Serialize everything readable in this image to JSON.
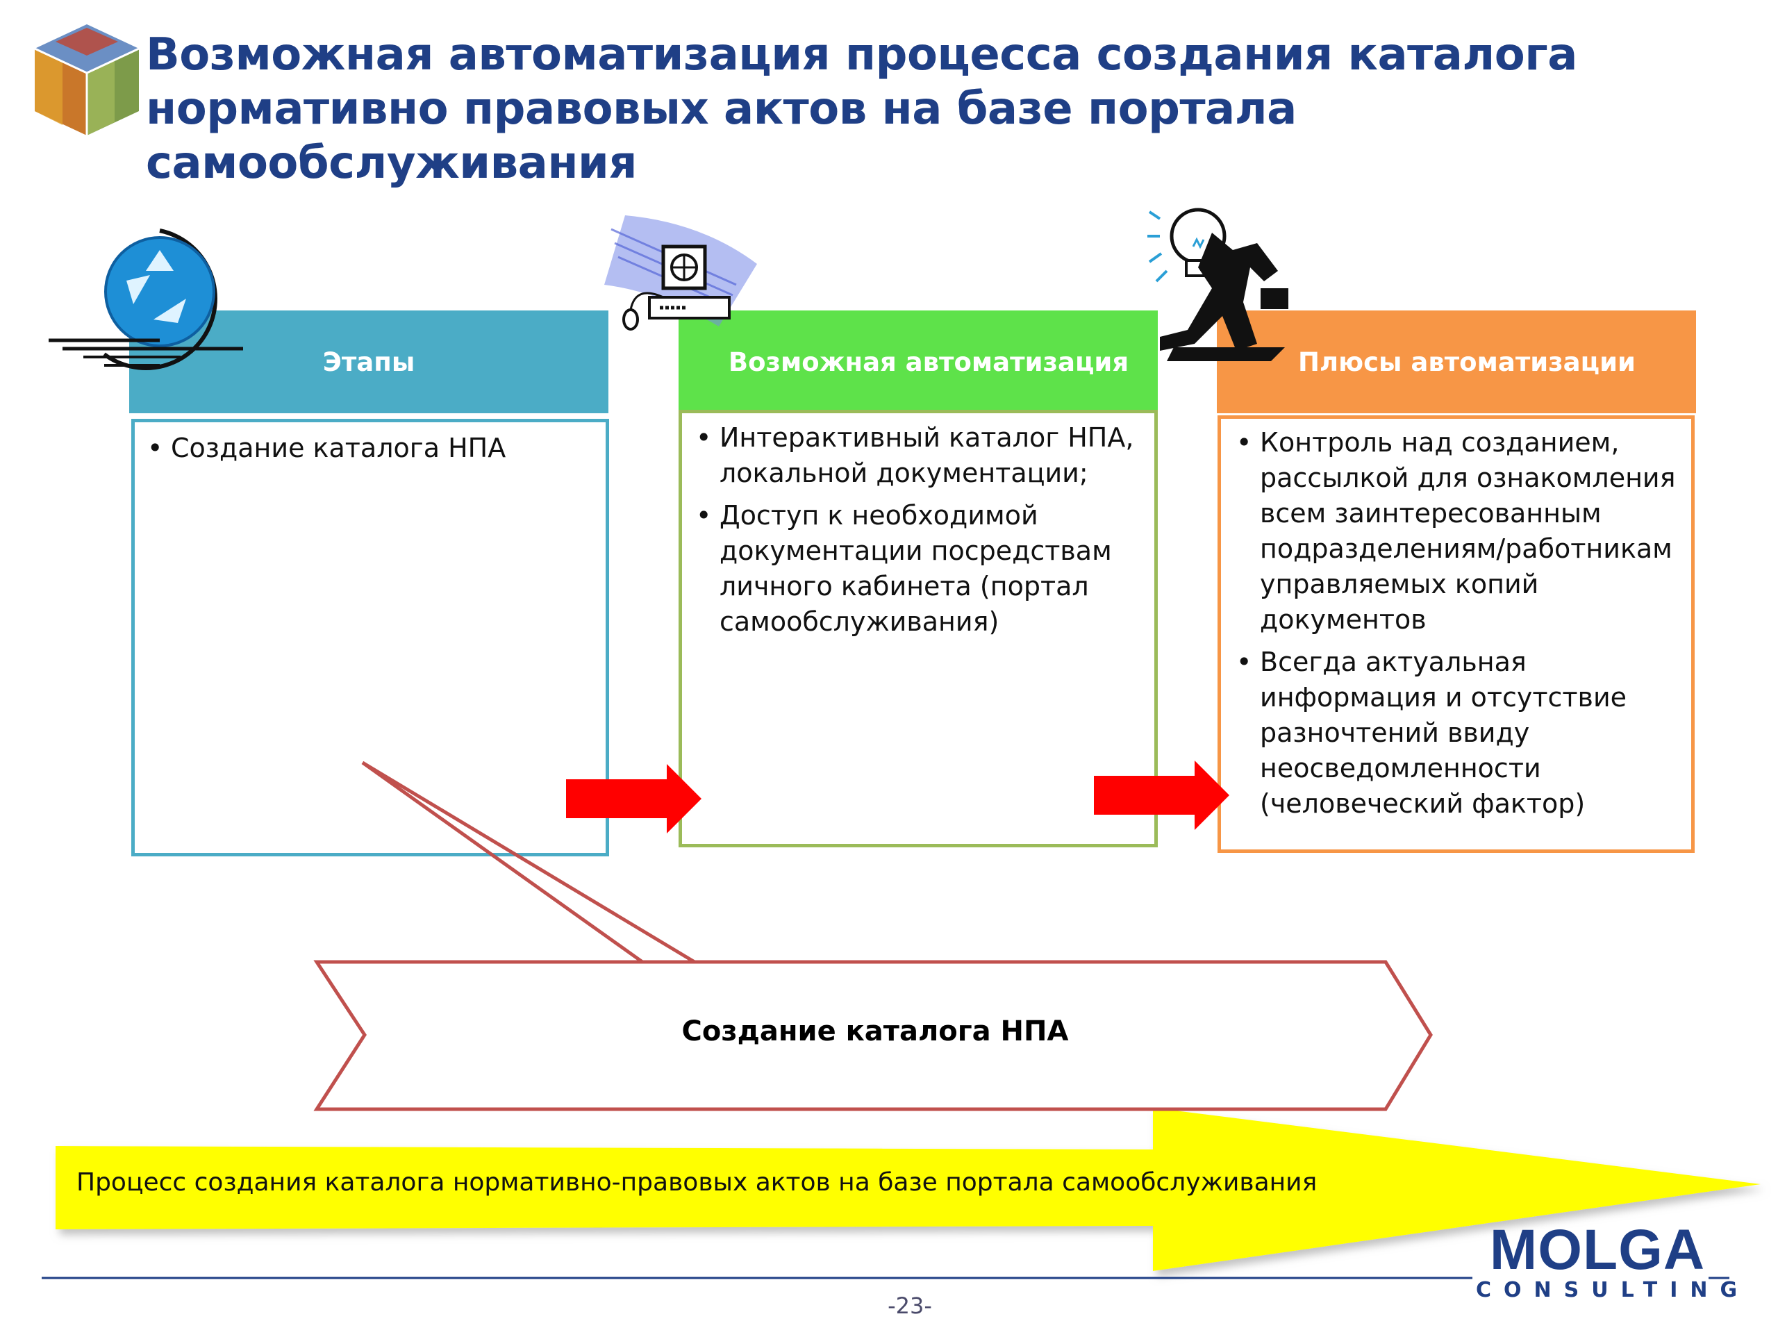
{
  "title": {
    "line1": "Возможная автоматизация процесса создания каталога",
    "line2": "нормативно правовых актов на базе портала самообслуживания"
  },
  "columns": [
    {
      "header": "Этапы",
      "icon": "recycle-icon",
      "accent": "#4bacc6",
      "items": [
        "Создание каталога НПА"
      ]
    },
    {
      "header": "Возможная автоматизация",
      "icon": "computer-icon",
      "accent": "#5ee24a",
      "items": [
        "Интерактивный каталог НПА, локальной документации;",
        "Доступ к необходимой документации  посредствам личного кабинета (портал самообслуживания)"
      ]
    },
    {
      "header": "Плюсы автоматизации",
      "icon": "idea-man-icon",
      "accent": "#f79646",
      "items": [
        "Контроль над созданием, рассылкой для ознакомления всем заинтересованным подразделениям/работникам управляемых копий документов",
        "Всегда актуальная информация и отсутствие разночтений ввиду неосведомленности (человеческий фактор)"
      ]
    }
  ],
  "chevron": {
    "label": "Создание каталога НПА",
    "stroke": "#c0504d"
  },
  "process_banner": {
    "label": "Процесс создания каталога нормативно-правовых актов на базе портала самообслуживания",
    "color": "#ffff00"
  },
  "footer": {
    "logo_main": "MOLGA",
    "logo_sub": "CONSULTING",
    "page_number": "-23-"
  }
}
